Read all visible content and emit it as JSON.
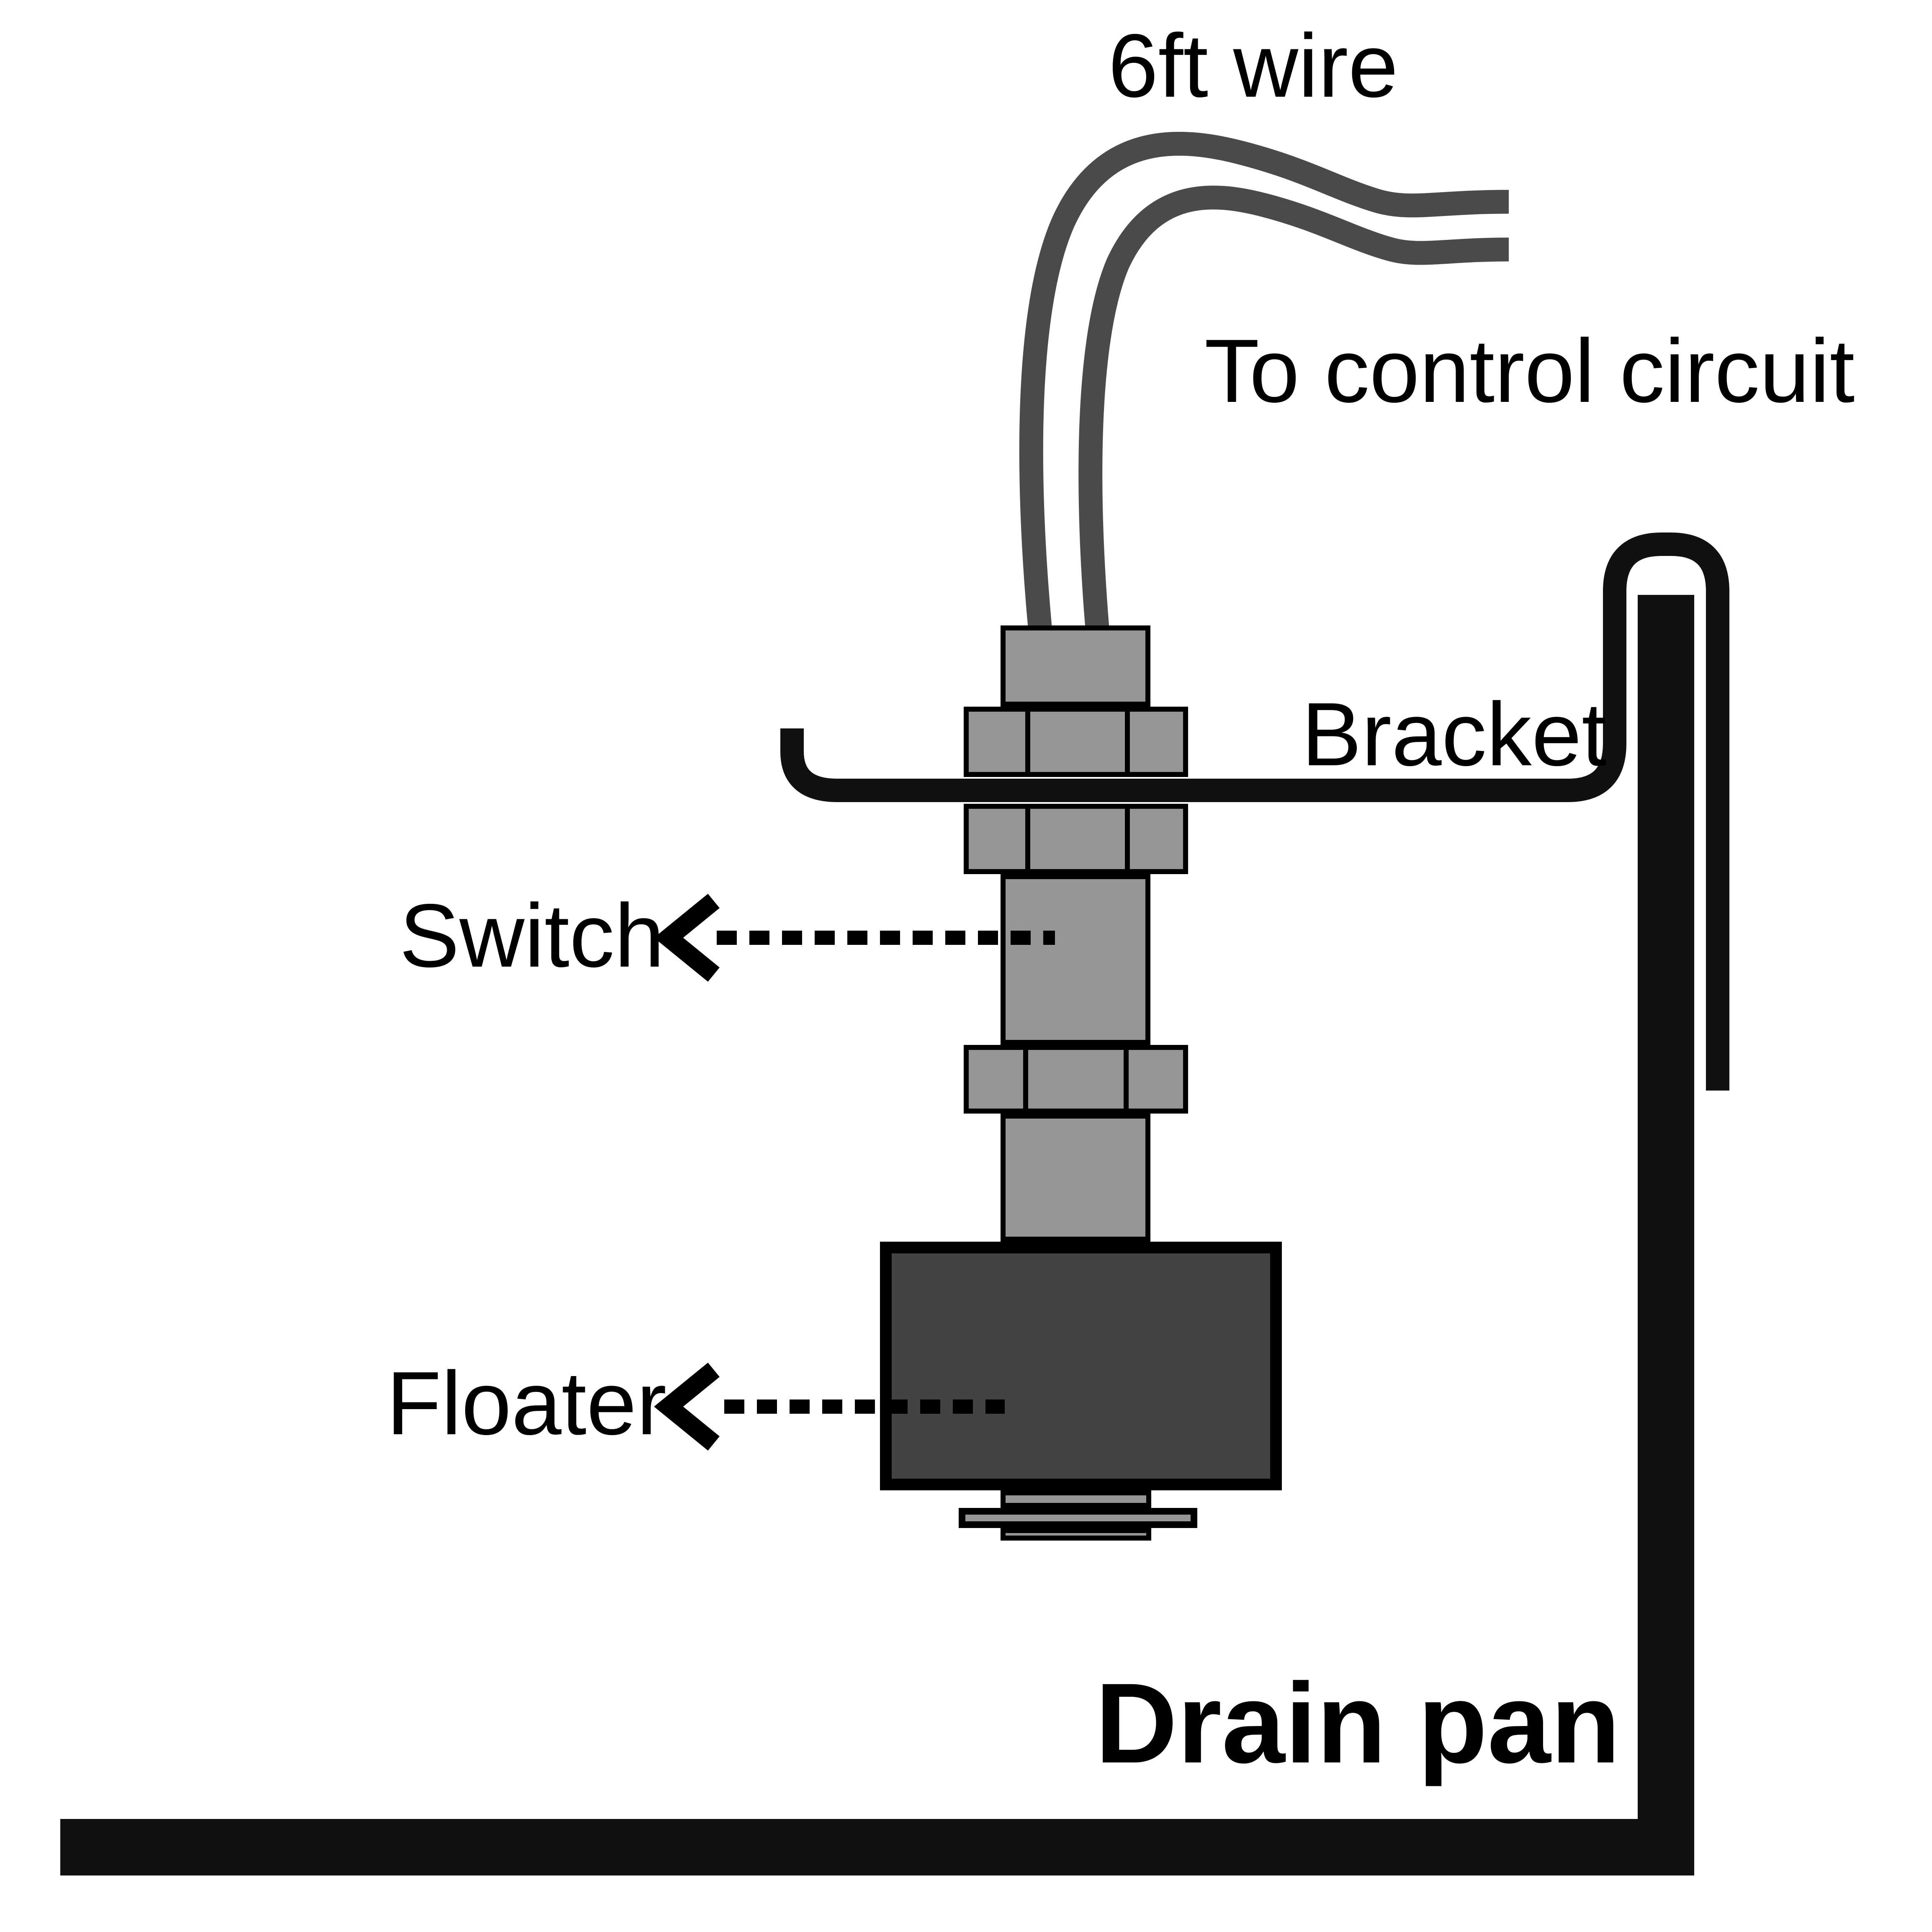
{
  "diagram": {
    "labels": {
      "wire": "6ft wire",
      "control": "To control circuit",
      "bracket": "Bracket",
      "switch": "Switch",
      "floater": "Floater",
      "drain_pan": "Drain pan"
    },
    "colors": {
      "wire": "#4a4a4a",
      "stem": "#969696",
      "floater": "#434343",
      "pan": "#111111",
      "outline": "#000000",
      "background": "#ffffff"
    }
  }
}
